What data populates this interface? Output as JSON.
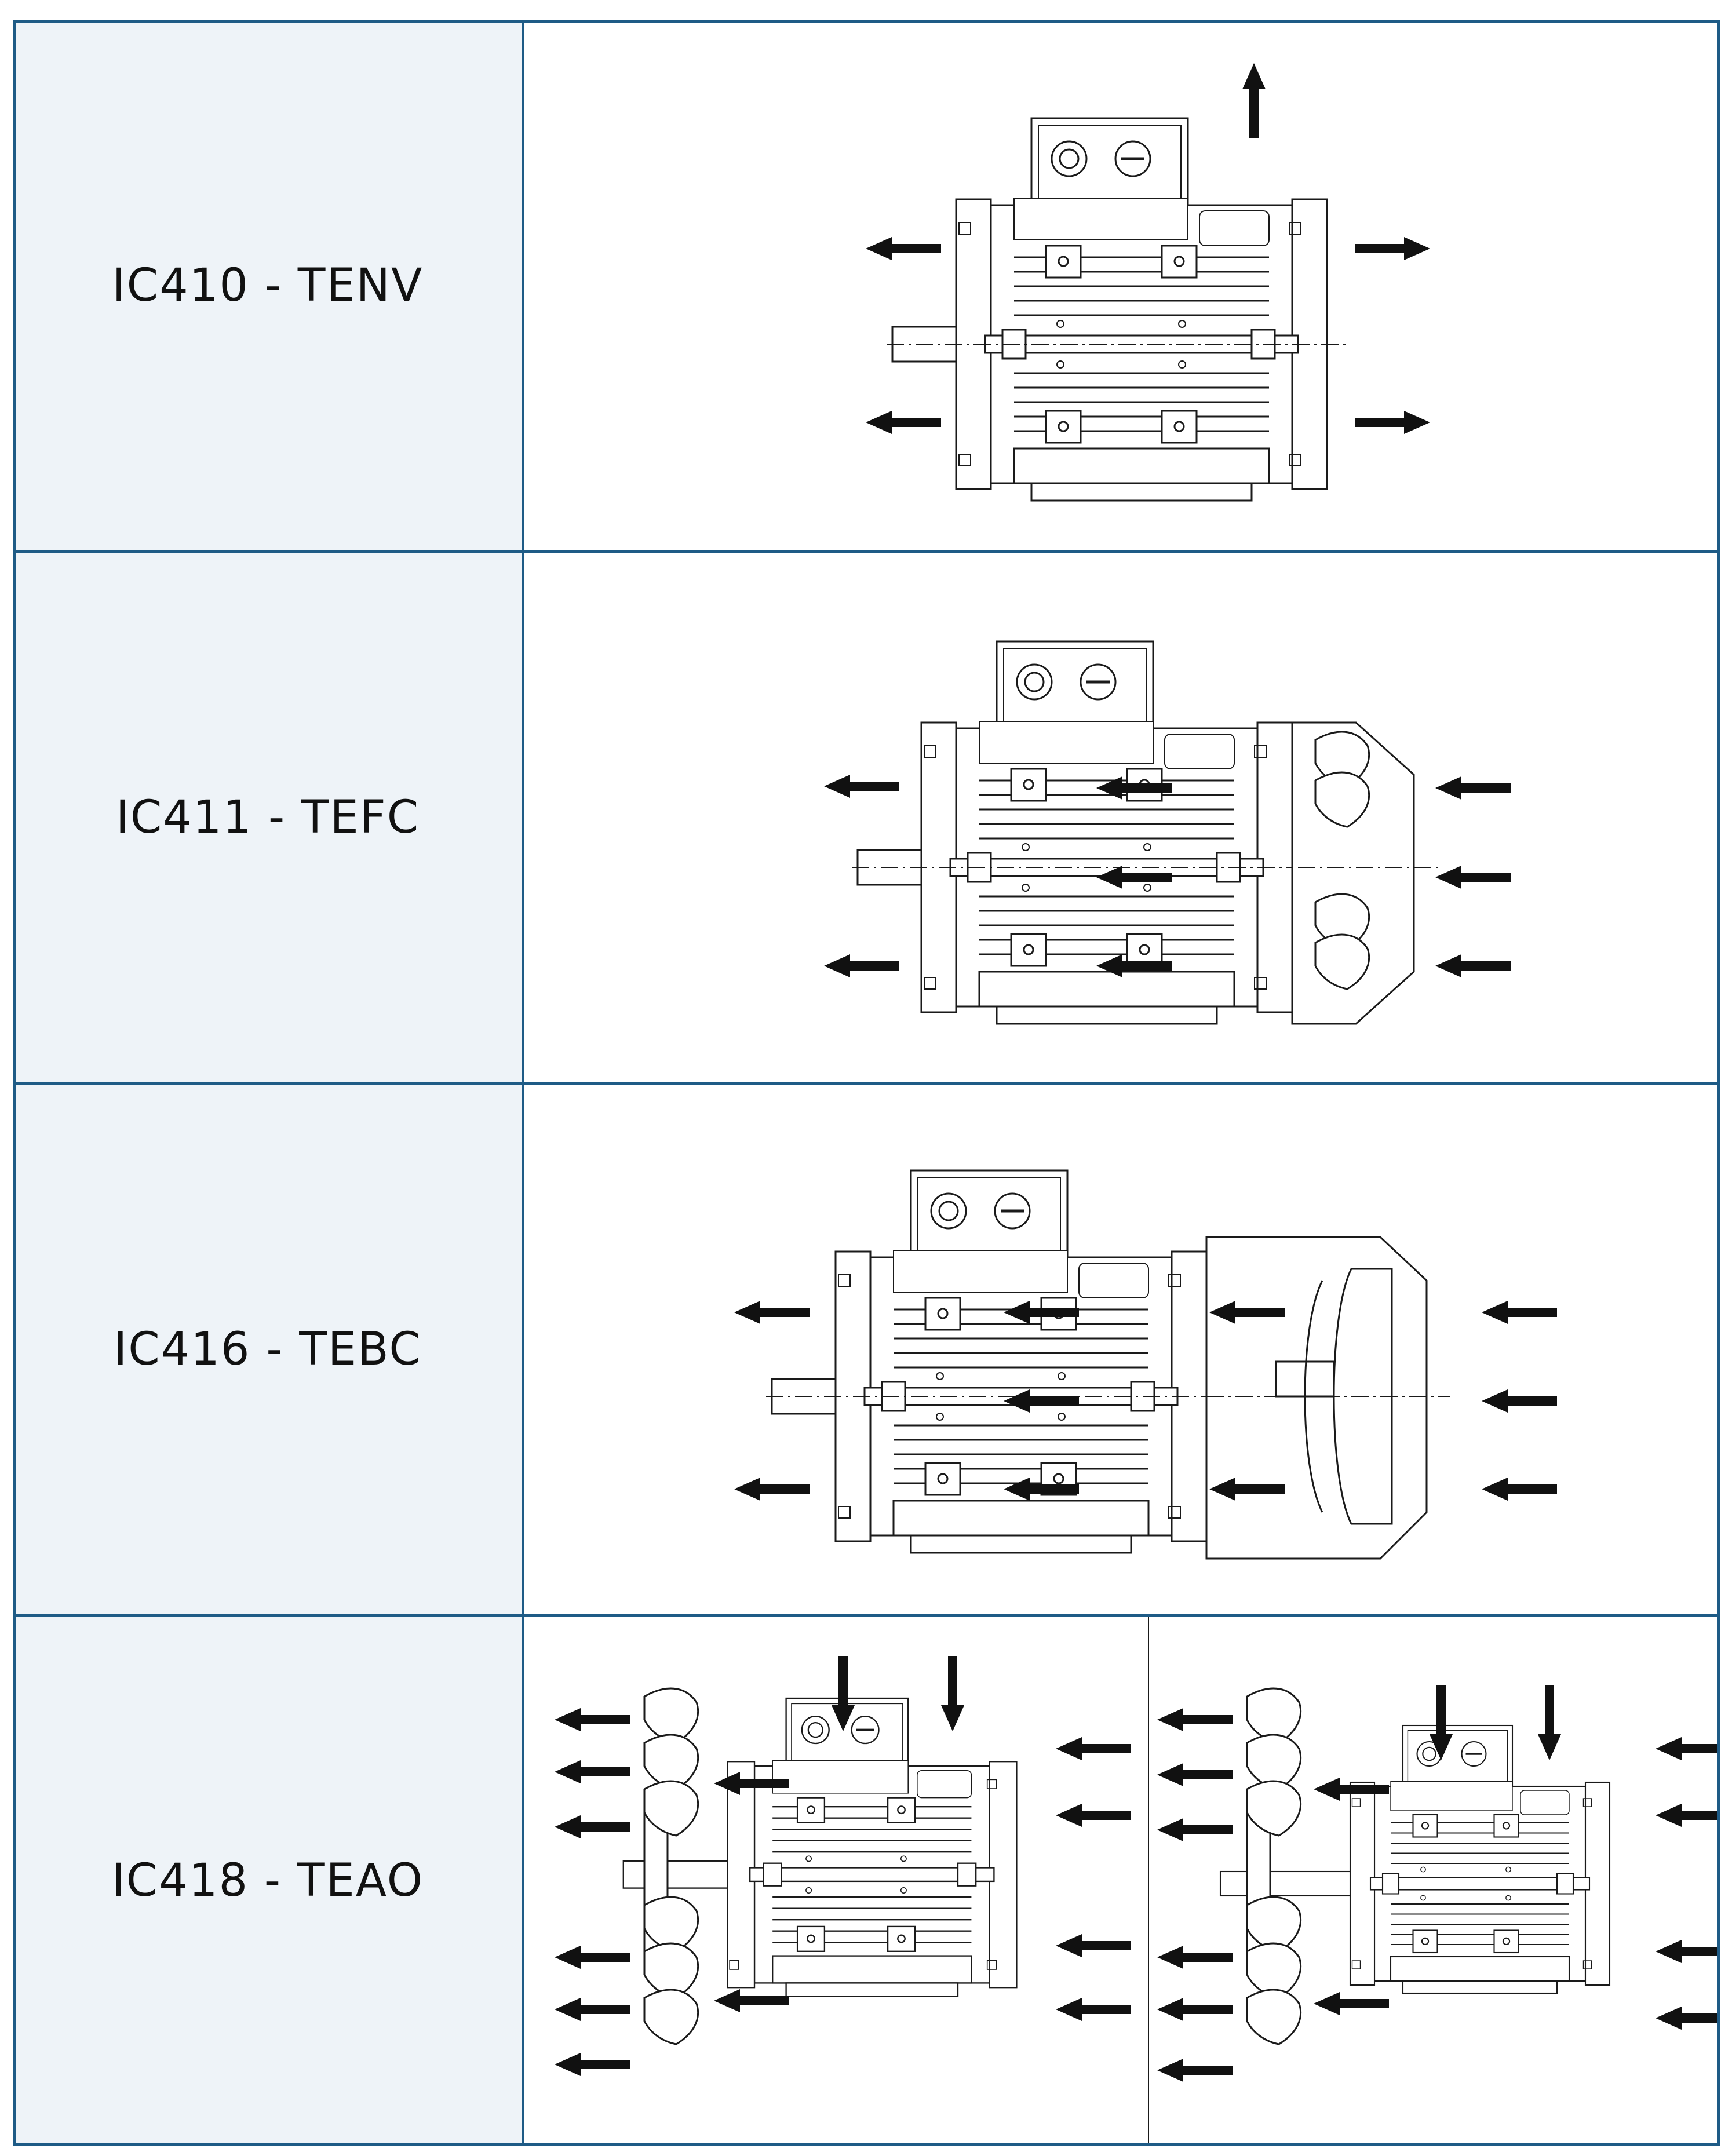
{
  "rows": [
    {
      "code": "IC410 - TENV"
    },
    {
      "code": "IC411 - TEFC"
    },
    {
      "code": "IC416 - TEBC"
    },
    {
      "code": "IC418 - TEAO"
    }
  ],
  "colors": {
    "border": "#1e5b86",
    "label_bg": "#eef3f8",
    "drawing": "#1a1a1a",
    "arrow": "#111111"
  }
}
